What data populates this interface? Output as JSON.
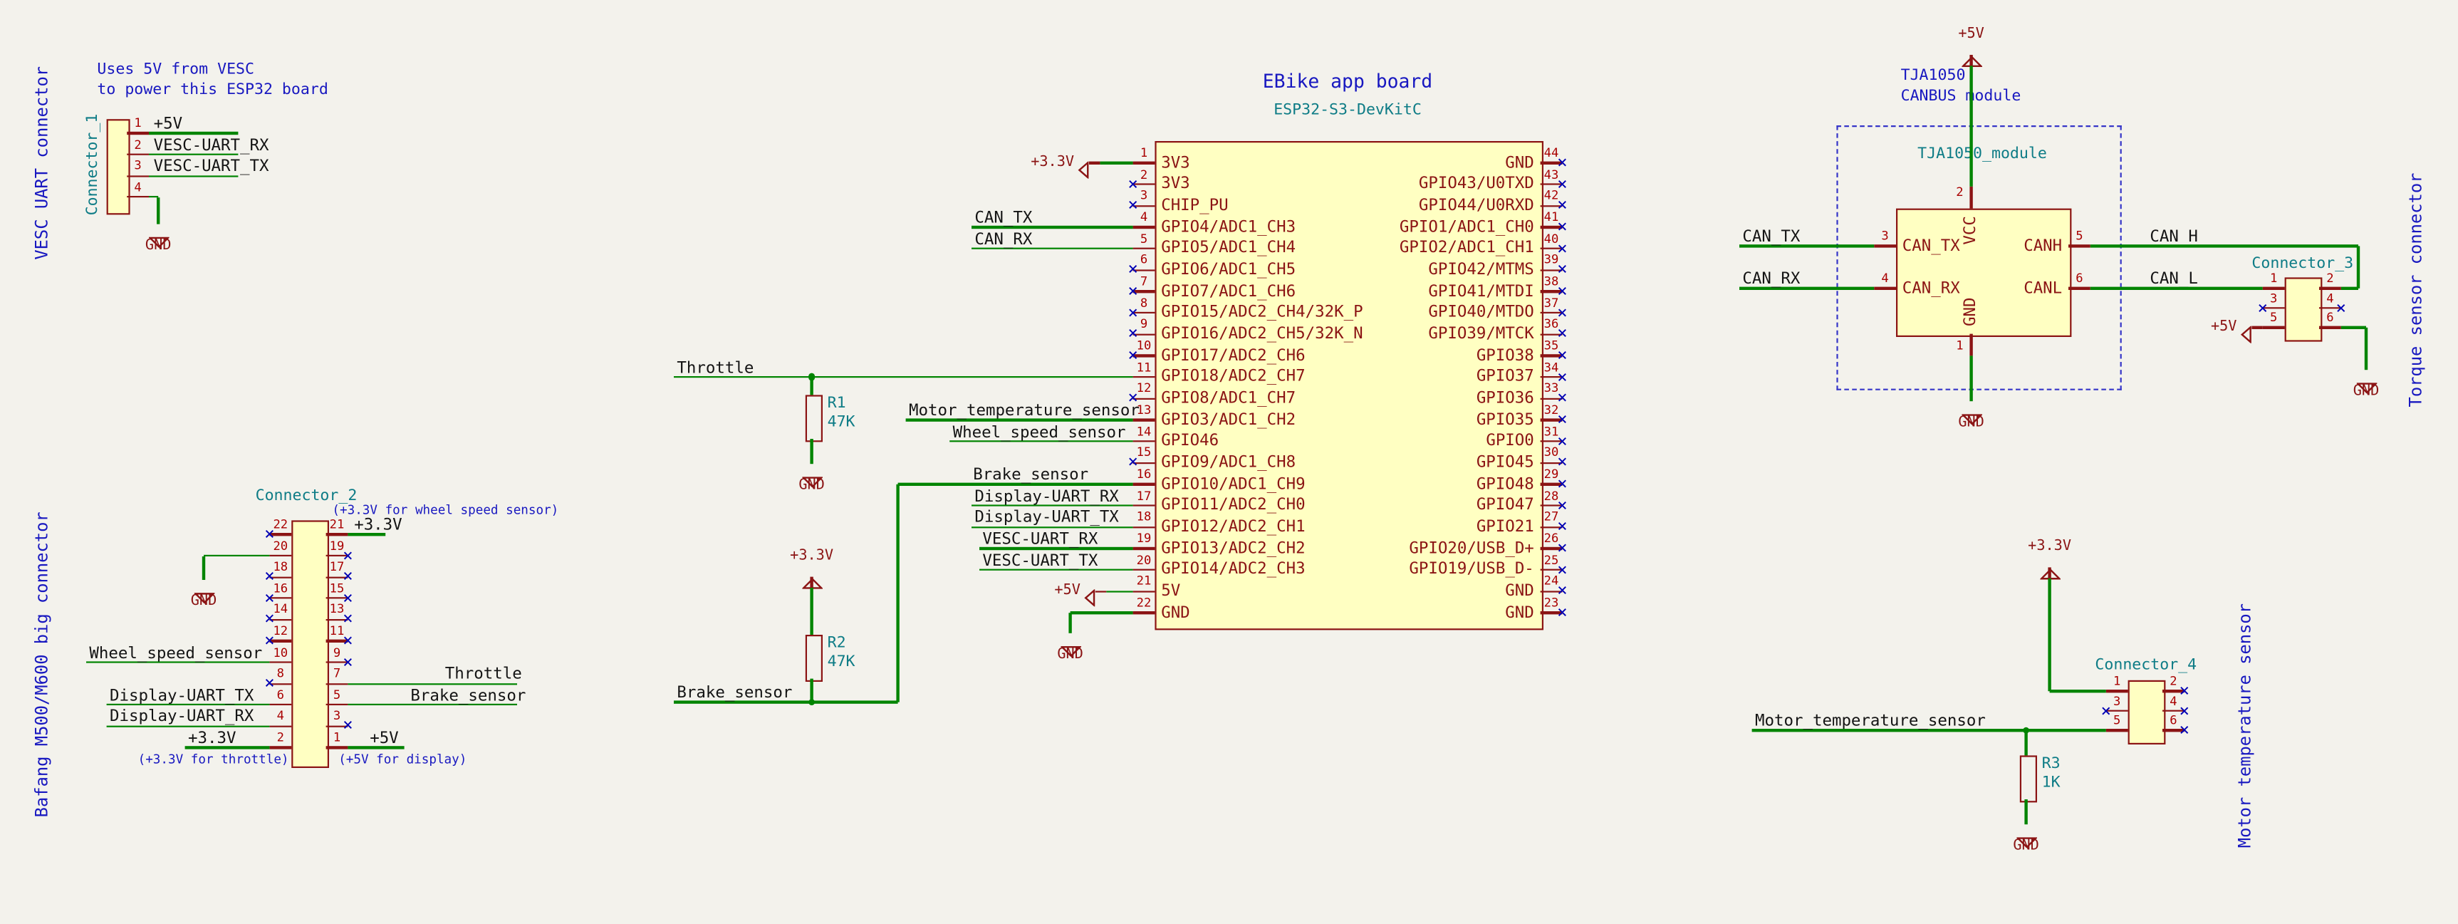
{
  "colors": {
    "background": "#F3F2EC",
    "wire": "#008400",
    "outline": "#8B1414",
    "symbol_fill": "#FFFFC2",
    "field_text": "#0E7C86",
    "comment_text": "#1818C0",
    "label_text": "#141414",
    "no_connect": "#0000B4",
    "pin_number": "#A90000"
  },
  "icons": {
    "no_connect_x": "×"
  },
  "power": {
    "gnd": "GND",
    "p5v": "+5V",
    "p3v3": "+3.3V"
  },
  "comments": {
    "vesc_group_title": "VESC UART connector",
    "vesc_note_line1": "Uses 5V from VESC",
    "vesc_note_line2": "to power this ESP32 board",
    "bafang_group_title": "Bafang M500/M600 big connector",
    "board_title": "EBike app board",
    "canbus_title_line1": "TJA1050",
    "canbus_title_line2": "CANBUS module",
    "torque_group_title": "Torque sensor connector",
    "motor_temp_group_title": "Motor temperature sensor",
    "note_wheel_speed": "(+3.3V for wheel speed sensor)",
    "note_throttle": "(+3.3V for throttle)",
    "note_display": "(+5V for display)"
  },
  "connector1": {
    "ref": "Connector_1",
    "pins": [
      {
        "num": "1",
        "label": "+5V"
      },
      {
        "num": "2",
        "label": "VESC-UART_RX"
      },
      {
        "num": "3",
        "label": "VESC-UART_TX"
      },
      {
        "num": "4",
        "label": ""
      }
    ]
  },
  "connector2": {
    "ref": "Connector_2",
    "rows": [
      {
        "left": "22",
        "right": "21",
        "right_label": "+3.3V"
      },
      {
        "left": "20",
        "right": "19"
      },
      {
        "left": "18",
        "right": "17"
      },
      {
        "left": "16",
        "right": "15"
      },
      {
        "left": "14",
        "right": "13"
      },
      {
        "left": "12",
        "right": "11"
      },
      {
        "left": "10",
        "right": "9",
        "left_label": "Wheel_speed_sensor"
      },
      {
        "left": "8",
        "right": "7",
        "right_label": "Throttle"
      },
      {
        "left": "6",
        "right": "5",
        "left_label": "Display-UART_TX",
        "right_label": "Brake_sensor"
      },
      {
        "left": "4",
        "right": "3",
        "left_label": "Display-UART_RX"
      },
      {
        "left": "2",
        "right": "1",
        "left_label": "+3.3V",
        "right_label": "+5V"
      }
    ]
  },
  "esp32": {
    "value": "ESP32-S3-DevKitC",
    "extra_labels": {
      "brake_net": "Brake_sensor"
    },
    "left_pins": [
      {
        "num": "1",
        "name": "3V3",
        "label": "+3.3V"
      },
      {
        "num": "2",
        "name": "3V3"
      },
      {
        "num": "3",
        "name": "CHIP_PU"
      },
      {
        "num": "4",
        "name": "GPIO4/ADC1_CH3",
        "label": "CAN_TX"
      },
      {
        "num": "5",
        "name": "GPIO5/ADC1_CH4",
        "label": "CAN_RX"
      },
      {
        "num": "6",
        "name": "GPIO6/ADC1_CH5"
      },
      {
        "num": "7",
        "name": "GPIO7/ADC1_CH6"
      },
      {
        "num": "8",
        "name": "GPIO15/ADC2_CH4/32K_P"
      },
      {
        "num": "9",
        "name": "GPIO16/ADC2_CH5/32K_N"
      },
      {
        "num": "10",
        "name": "GPIO17/ADC2_CH6"
      },
      {
        "num": "11",
        "name": "GPIO18/ADC2_CH7",
        "label": "Throttle"
      },
      {
        "num": "12",
        "name": "GPIO8/ADC1_CH7"
      },
      {
        "num": "13",
        "name": "GPIO3/ADC1_CH2",
        "label": "Motor_temperature_sensor"
      },
      {
        "num": "14",
        "name": "GPIO46",
        "label": "Wheel_speed_sensor"
      },
      {
        "num": "15",
        "name": "GPIO9/ADC1_CH8"
      },
      {
        "num": "16",
        "name": "GPIO10/ADC1_CH9",
        "label": "Brake_sensor"
      },
      {
        "num": "17",
        "name": "GPIO11/ADC2_CH0",
        "label": "Display-UART_RX"
      },
      {
        "num": "18",
        "name": "GPIO12/ADC2_CH1",
        "label": "Display-UART_TX"
      },
      {
        "num": "19",
        "name": "GPIO13/ADC2_CH2",
        "label": "VESC-UART_RX"
      },
      {
        "num": "20",
        "name": "GPIO14/ADC2_CH3",
        "label": "VESC-UART_TX"
      },
      {
        "num": "21",
        "name": "5V",
        "label": "+5V"
      },
      {
        "num": "22",
        "name": "GND",
        "label": "GND"
      }
    ],
    "right_pins": [
      {
        "num": "44",
        "name": "GND"
      },
      {
        "num": "43",
        "name": "GPIO43/U0TXD"
      },
      {
        "num": "42",
        "name": "GPIO44/U0RXD"
      },
      {
        "num": "41",
        "name": "GPIO1/ADC1_CH0"
      },
      {
        "num": "40",
        "name": "GPIO2/ADC1_CH1"
      },
      {
        "num": "39",
        "name": "GPIO42/MTMS"
      },
      {
        "num": "38",
        "name": "GPIO41/MTDI"
      },
      {
        "num": "37",
        "name": "GPIO40/MTDO"
      },
      {
        "num": "36",
        "name": "GPIO39/MTCK"
      },
      {
        "num": "35",
        "name": "GPIO38"
      },
      {
        "num": "34",
        "name": "GPIO37"
      },
      {
        "num": "33",
        "name": "GPIO36"
      },
      {
        "num": "32",
        "name": "GPIO35"
      },
      {
        "num": "31",
        "name": "GPIO0"
      },
      {
        "num": "30",
        "name": "GPIO45"
      },
      {
        "num": "29",
        "name": "GPIO48"
      },
      {
        "num": "28",
        "name": "GPIO47"
      },
      {
        "num": "27",
        "name": "GPIO21"
      },
      {
        "num": "26",
        "name": "GPIO20/USB_D+"
      },
      {
        "num": "25",
        "name": "GPIO19/USB_D-"
      },
      {
        "num": "24",
        "name": "GND"
      },
      {
        "num": "23",
        "name": "GND"
      }
    ]
  },
  "resistors": {
    "r1": {
      "ref": "R1",
      "value": "47K"
    },
    "r2": {
      "ref": "R2",
      "value": "47K"
    },
    "r3": {
      "ref": "R3",
      "value": "1K"
    }
  },
  "tja1050": {
    "value": "TJA1050_module",
    "pins": {
      "can_tx": {
        "num": "3",
        "name": "CAN_TX",
        "label": "CAN_TX"
      },
      "can_rx": {
        "num": "4",
        "name": "CAN_RX",
        "label": "CAN_RX"
      },
      "canh": {
        "num": "5",
        "name": "CANH",
        "label": "CAN_H"
      },
      "canl": {
        "num": "6",
        "name": "CANL",
        "label": "CAN_L"
      },
      "vcc": {
        "num": "2",
        "name": "VCC"
      },
      "gnd": {
        "num": "1",
        "name": "GND"
      }
    }
  },
  "connector3": {
    "ref": "Connector_3",
    "left_pins": [
      {
        "num": "1"
      },
      {
        "num": "3"
      },
      {
        "num": "5"
      }
    ],
    "right_pins": [
      {
        "num": "2"
      },
      {
        "num": "4"
      },
      {
        "num": "6"
      }
    ]
  },
  "connector4": {
    "ref": "Connector_4",
    "left_pins": [
      {
        "num": "1"
      },
      {
        "num": "3"
      },
      {
        "num": "5"
      }
    ],
    "right_pins": [
      {
        "num": "2"
      },
      {
        "num": "4"
      },
      {
        "num": "6"
      }
    ],
    "net_label": "Motor_temperature_sensor"
  }
}
